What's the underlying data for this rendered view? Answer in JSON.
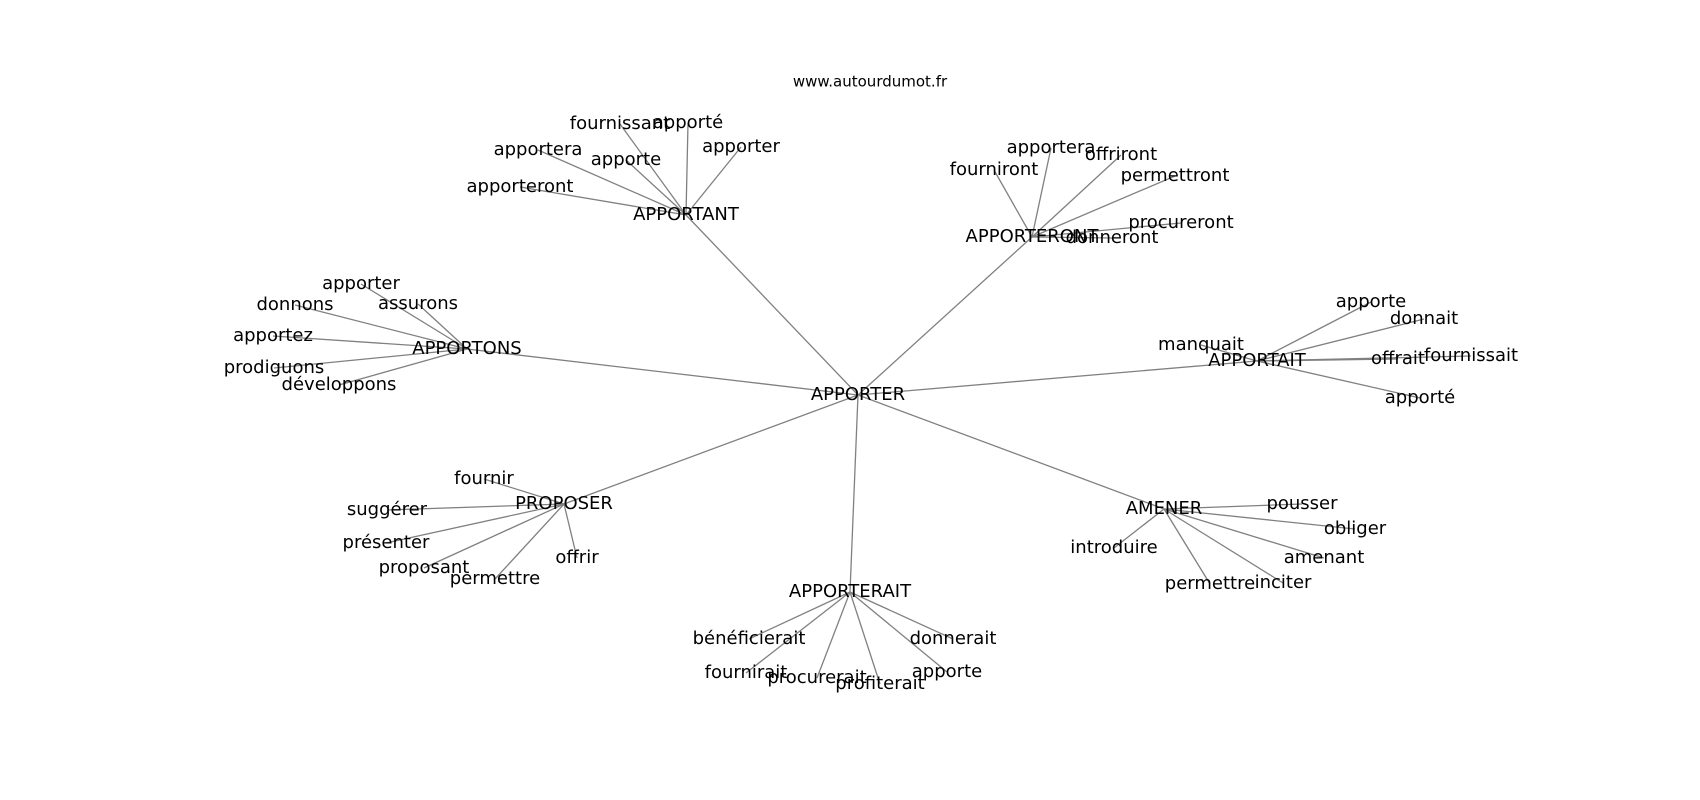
{
  "source": "www.autourdumot.fr",
  "root": "APPORTER",
  "groups": [
    {
      "label": "APPORTANT",
      "children": [
        "fournissant",
        "apporté",
        "apporter",
        "apportera",
        "apporte",
        "apporteront"
      ]
    },
    {
      "label": "APPORTERONT",
      "children": [
        "apportera",
        "offriront",
        "fourniront",
        "permettront",
        "procureront",
        "donneront"
      ]
    },
    {
      "label": "APPORTONS",
      "children": [
        "apporter",
        "donnons",
        "assurons",
        "apportez",
        "prodiguons",
        "développons"
      ]
    },
    {
      "label": "APPORTAIT",
      "children": [
        "apporte",
        "donnait",
        "manquait",
        "offrait",
        "fournissait",
        "apporté"
      ]
    },
    {
      "label": "PROPOSER",
      "children": [
        "fournir",
        "suggérer",
        "présenter",
        "proposant",
        "permettre",
        "offrir"
      ]
    },
    {
      "label": "AMENER",
      "children": [
        "pousser",
        "obliger",
        "introduire",
        "amenant",
        "permettre",
        "inciter"
      ]
    },
    {
      "label": "APPORTERAIT",
      "children": [
        "bénéficierait",
        "donnerait",
        "fournirait",
        "procurerait",
        "profiterait",
        "apporte"
      ]
    }
  ]
}
